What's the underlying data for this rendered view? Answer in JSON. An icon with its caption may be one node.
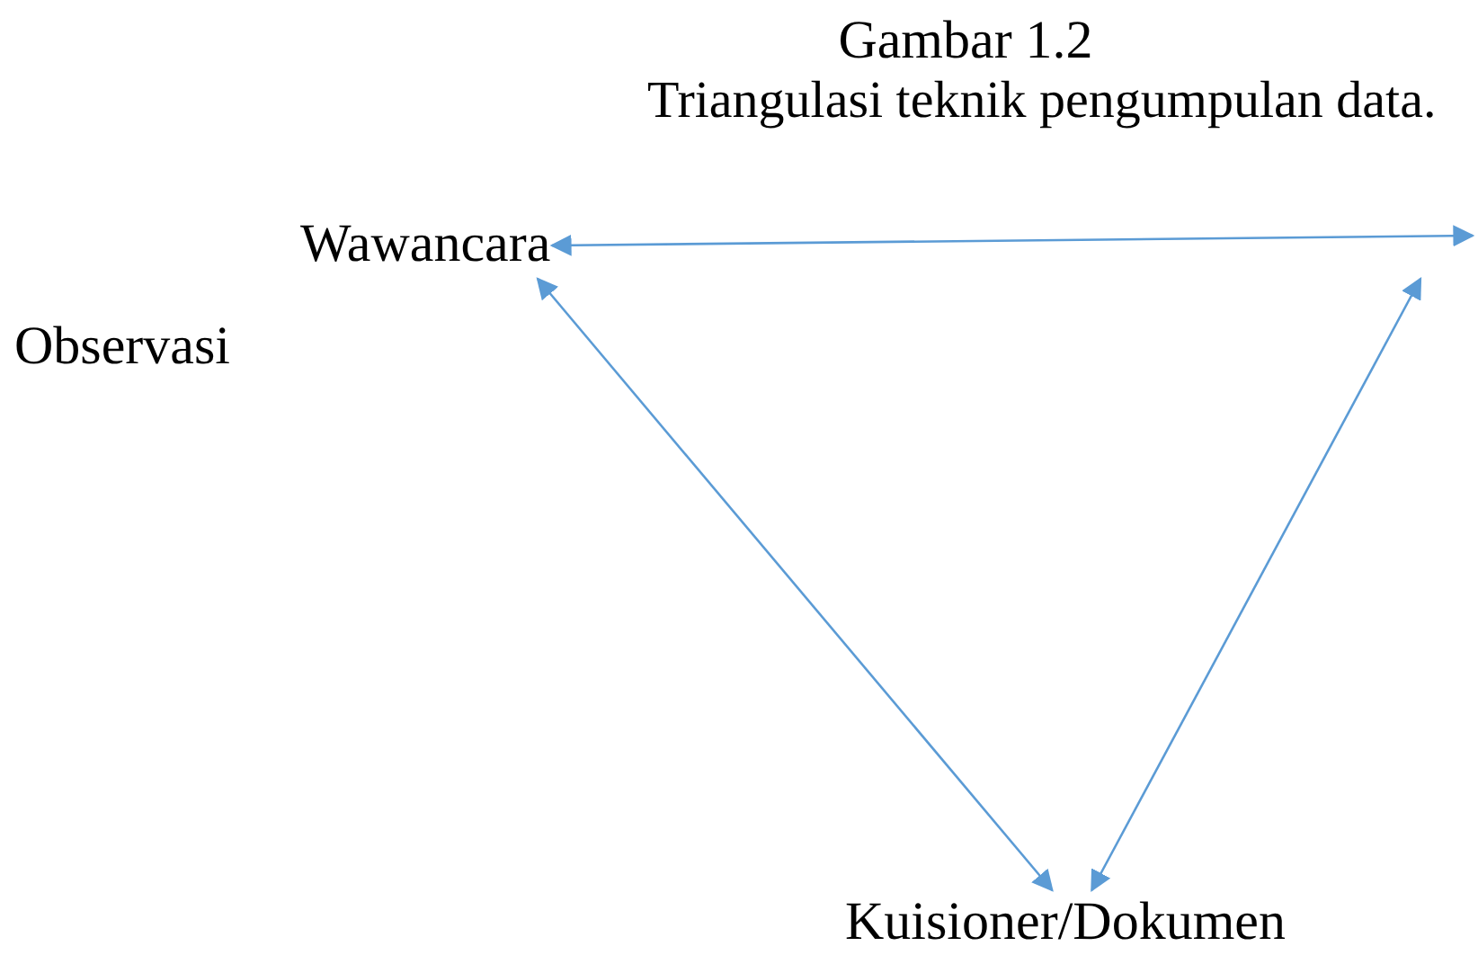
{
  "diagram": {
    "title": "Gambar 1.2",
    "caption": "Triangulasi teknik pengumpulan data.",
    "nodes": [
      {
        "text": [
          "Wawancara"
        ]
      },
      {
        "text": [
          "Observasi"
        ]
      },
      {
        "text": [
          "Kuisioner/Dokumen"
        ]
      }
    ],
    "edges": [
      {
        "from": 0,
        "to": null,
        "arrow": "both"
      },
      {
        "from": 0,
        "to": 2,
        "arrow": "both"
      },
      {
        "from": null,
        "to": 2,
        "arrow": "both"
      }
    ]
  }
}
